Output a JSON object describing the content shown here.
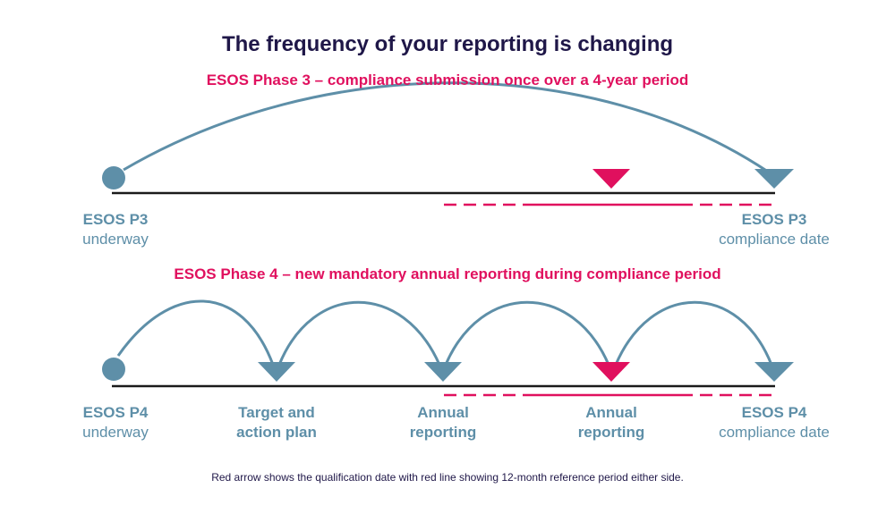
{
  "title": "The frequency of your reporting is changing",
  "phase3": {
    "heading": "ESOS Phase 3 – compliance submission once over a 4-year period",
    "start_label": [
      "ESOS P3",
      "underway"
    ],
    "end_label": [
      "ESOS P3",
      "compliance date"
    ]
  },
  "phase4": {
    "heading": "ESOS Phase 4 – new mandatory annual reporting during compliance period",
    "milestones": [
      [
        "ESOS P4",
        "underway"
      ],
      [
        "Target and",
        "action plan"
      ],
      [
        "Annual",
        "reporting"
      ],
      [
        "Annual",
        "reporting"
      ],
      [
        "ESOS P4",
        "compliance date"
      ]
    ]
  },
  "footnote": "Red arrow shows the qualification date with red line showing 12-month reference period either side.",
  "colors": {
    "navy": "#1f1748",
    "pink": "#e0105e",
    "teal": "#5e8fa8",
    "line": "#1a1a1a"
  }
}
